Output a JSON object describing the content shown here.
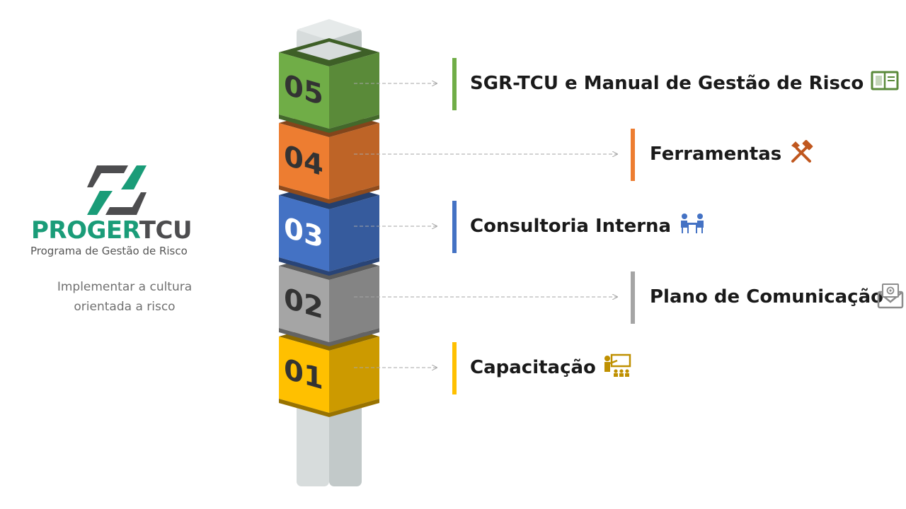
{
  "logo": {
    "name_part1": "PROGER",
    "name_part2": "TCU",
    "subtitle": "Programa de Gestão de Risco",
    "icon": "hexagon-logo-icon"
  },
  "tagline": {
    "line1": "Implementar a cultura",
    "line2": "orientada a risco"
  },
  "stages": [
    {
      "number": "05",
      "label": "SGR-TCU e Manual de Gestão de Risco",
      "color": "#70ad47",
      "icon": "book-icon"
    },
    {
      "number": "04",
      "label": "Ferramentas",
      "color": "#ed7d31",
      "icon": "tools-icon"
    },
    {
      "number": "03",
      "label": "Consultoria Interna",
      "color": "#4472c4",
      "icon": "meeting-icon"
    },
    {
      "number": "02",
      "label": "Plano de Comunicação",
      "color": "#a5a5a5",
      "icon": "email-icon"
    },
    {
      "number": "01",
      "label": "Capacitação",
      "color": "#ffc000",
      "icon": "training-icon"
    }
  ]
}
